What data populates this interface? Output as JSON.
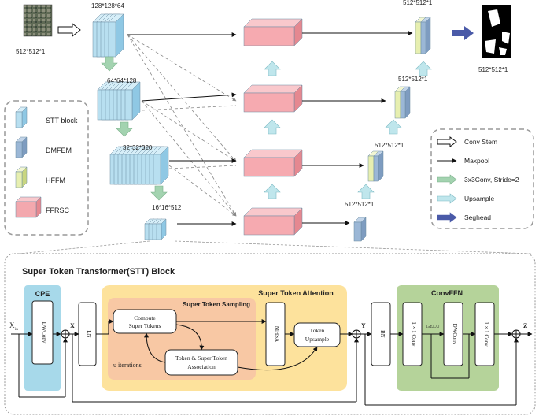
{
  "top": {
    "input_size": "512*512*1",
    "output_size": "512*512*1",
    "stage1_size": "128*128*64",
    "stage2_size": "64*64*128",
    "stage3_size": "32*32*320",
    "stage4_size": "16*16*512",
    "hffm_size_4": "512*512*1",
    "hffm_size_3": "512*512*1",
    "hffm_size_2": "512*512*1",
    "hffm_size_1": "512*512*1"
  },
  "left_legend": {
    "items": [
      {
        "label": "STT  block",
        "color": "#b8dff0"
      },
      {
        "label": "DMFEM",
        "color": "#9bb7d6"
      },
      {
        "label": "HFFM",
        "color": "#e7efb0"
      },
      {
        "label": "FFRSC",
        "color": "#f3a8ae"
      }
    ]
  },
  "right_legend": {
    "items": [
      {
        "label": "Conv Stem",
        "icon": "hollow-arrow"
      },
      {
        "label": "Maxpool",
        "icon": "thin-arrow"
      },
      {
        "label": "3x3Conv, Stride=2",
        "icon": "green-arrow"
      },
      {
        "label": "Upsample",
        "icon": "cyan-arrow"
      },
      {
        "label": "Seghead",
        "icon": "navy-arrow"
      }
    ]
  },
  "stt": {
    "title": "Super Token Transformer(STT) Block",
    "input_label": "X",
    "input_sub": "in",
    "x_label": "X",
    "y_label": "Y",
    "z_label": "Z",
    "cpe": {
      "title": "CPE",
      "op": "DWConv"
    },
    "ln": "LN",
    "sta_title": "Super Token Attention",
    "sts_title": "Super Token Sampling",
    "compute": [
      "Compute",
      "Super Tokens"
    ],
    "assoc": [
      "Token & Super Token",
      "Association"
    ],
    "iterations": "υ iterations",
    "mhsa": "MHSA",
    "upsample": [
      "Token",
      "Upsample"
    ],
    "bn": "BN",
    "ffn": {
      "title": "ConvFFN",
      "conv1": "1 × 1 Conv",
      "gelu": "GELU",
      "dw": "DWConv",
      "conv2": "1 × 1 Conv"
    }
  }
}
